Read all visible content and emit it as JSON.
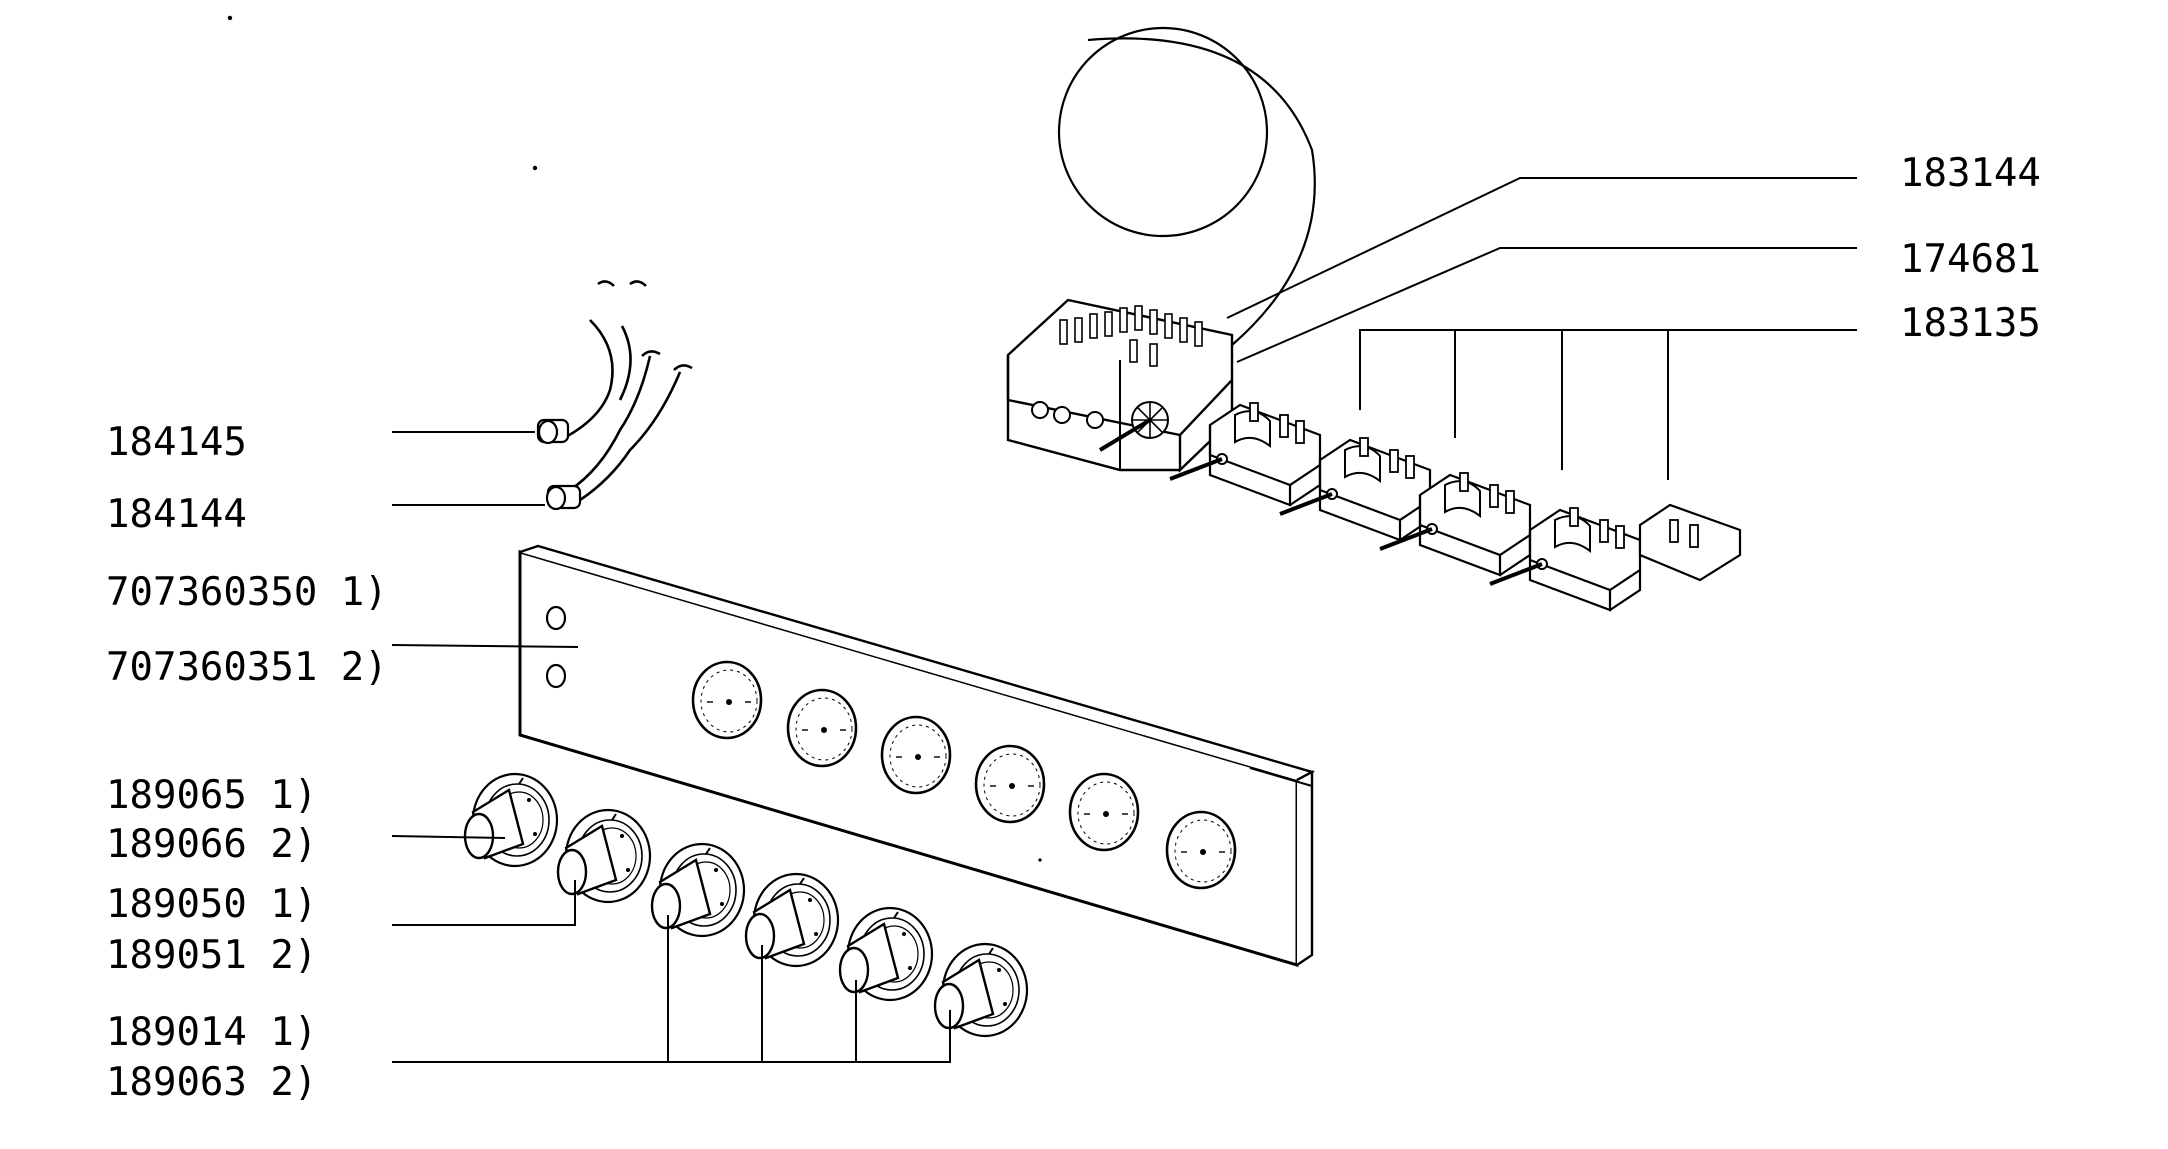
{
  "labels_left": [
    {
      "id": "184145",
      "text": "184145"
    },
    {
      "id": "184144",
      "text": "184144"
    },
    {
      "id": "707360350",
      "text": "707360350  1)"
    },
    {
      "id": "707360351",
      "text": "707360351  2)"
    },
    {
      "id": "189065",
      "text": "189065  1)"
    },
    {
      "id": "189066",
      "text": "189066  2)"
    },
    {
      "id": "189050",
      "text": "189050  1)"
    },
    {
      "id": "189051",
      "text": "189051  2)"
    },
    {
      "id": "189014",
      "text": "189014  1)"
    },
    {
      "id": "189063",
      "text": "189063  2)"
    }
  ],
  "labels_right": [
    {
      "id": "183144",
      "text": "183144"
    },
    {
      "id": "174681",
      "text": "174681"
    },
    {
      "id": "183135",
      "text": "183135"
    }
  ]
}
